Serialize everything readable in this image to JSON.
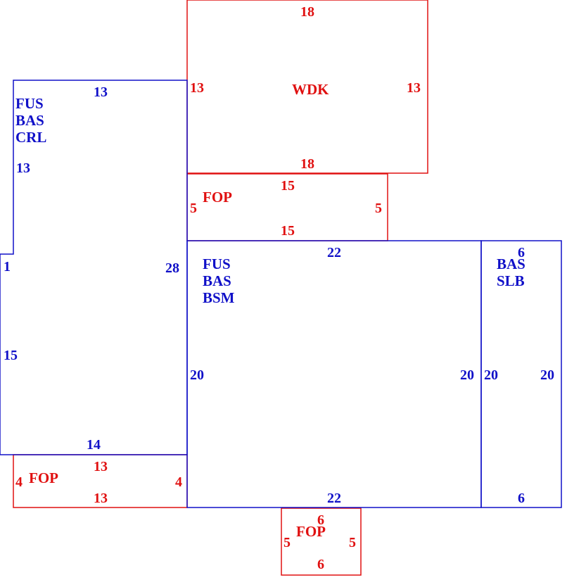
{
  "colors": {
    "living": "#1010c8",
    "other": "#e01010",
    "background": "#ffffff"
  },
  "areas": [
    {
      "id": "crl",
      "lines": [
        "FUS",
        "BAS",
        "CRL"
      ],
      "color": "living",
      "dims": {
        "top": "13",
        "left_upper": "13",
        "left_step": "1",
        "right": "28",
        "left_lower": "15",
        "bottom": "14"
      }
    },
    {
      "id": "wdk",
      "lines": [
        "WDK"
      ],
      "color": "other",
      "dims": {
        "top": "18",
        "left": "13",
        "right": "13",
        "bottom": "18"
      }
    },
    {
      "id": "fop_upper",
      "lines": [
        "FOP"
      ],
      "color": "other",
      "dims": {
        "top": "15",
        "left": "5",
        "right": "5",
        "bottom": "15"
      }
    },
    {
      "id": "bsm",
      "lines": [
        "FUS",
        "BAS",
        "BSM"
      ],
      "color": "living",
      "dims": {
        "top": "22",
        "left": "20",
        "right": "20",
        "bottom": "22"
      }
    },
    {
      "id": "slb",
      "lines": [
        "BAS",
        "SLB"
      ],
      "color": "living",
      "dims": {
        "top": "6",
        "left": "20",
        "right": "20",
        "bottom": "6"
      }
    },
    {
      "id": "fop_left",
      "lines": [
        "FOP"
      ],
      "color": "other",
      "dims": {
        "top": "13",
        "left": "4",
        "right": "4",
        "bottom": "13"
      }
    },
    {
      "id": "fop_bottom",
      "lines": [
        "FOP"
      ],
      "color": "other",
      "dims": {
        "top": "6",
        "left": "5",
        "right": "5",
        "bottom": "6"
      }
    }
  ]
}
